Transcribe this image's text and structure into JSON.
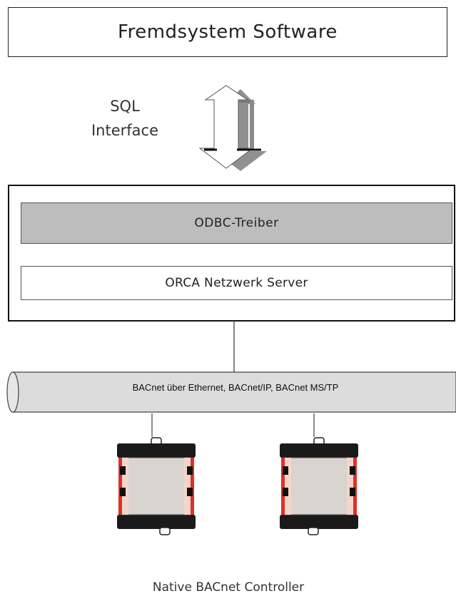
{
  "top_box": {
    "label": "Fremdsystem Software"
  },
  "interface": {
    "line1": "SQL",
    "line2": "Interface"
  },
  "server": {
    "odbc_label": "ODBC-Treiber",
    "orca_label": "ORCA Netzwerk Server"
  },
  "bus": {
    "label": "BACnet über Ethernet, BACnet/IP, BACnet MS/TP"
  },
  "controllers": {
    "caption": "Native BACnet Controller"
  },
  "colors": {
    "odbc_fill": "#bdbdbd",
    "bus_fill": "#dcdcdc",
    "controller_accent": "#e0302a",
    "controller_body": "#d9d4d0"
  }
}
